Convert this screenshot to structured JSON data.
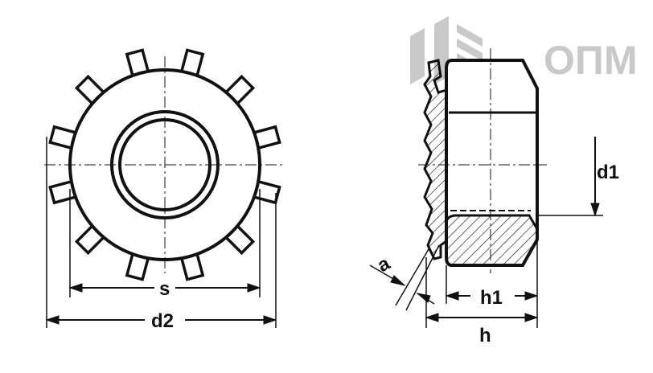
{
  "logo": {
    "text": "ОПМ",
    "color": "#c9c9c9"
  },
  "dimensions": {
    "s": "s",
    "d2": "d2",
    "d1": "d1",
    "h1": "h1",
    "h": "h",
    "a": "a"
  },
  "front_view": {
    "teeth_count": 12
  }
}
